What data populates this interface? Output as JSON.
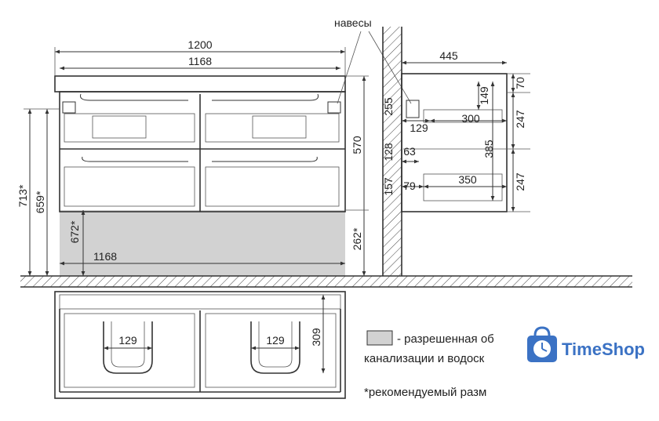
{
  "labels": {
    "hinges": "навесы",
    "legend_zone": "- разрешенная об",
    "legend_line2": "канализации и водоск",
    "legend_note": "*рекомендуемый разм",
    "brand": "TimeShop"
  },
  "dimensions": {
    "w1200": "1200",
    "w1168_top": "1168",
    "w1168_bottom": "1168",
    "h713": "713*",
    "h659": "659*",
    "h672": "672*",
    "h570": "570",
    "h262": "262*",
    "d445": "445",
    "h70": "70",
    "h149": "149",
    "h255": "255",
    "w129_side": "129",
    "w300": "300",
    "h247_top": "247",
    "h385": "385",
    "h128": "128",
    "w63": "63",
    "h157": "157",
    "w79": "79",
    "w350": "350",
    "h247_bottom": "247",
    "w129_left": "129",
    "w129_right": "129",
    "h309": "309"
  },
  "colors": {
    "line": "#333333",
    "zone": "#d2d2d2",
    "brand": "#3b72c4"
  },
  "icons": {
    "brand_logo": "clock-bag-icon"
  }
}
